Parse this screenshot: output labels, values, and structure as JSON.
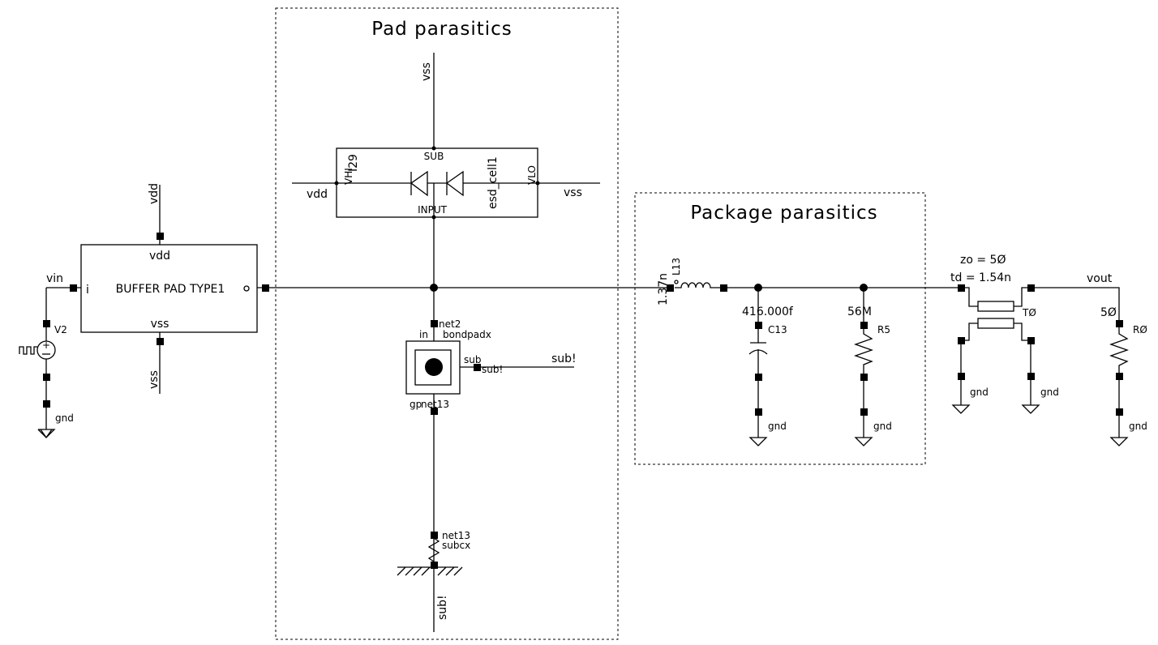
{
  "pad_section": {
    "title": "Pad parasitics"
  },
  "package_section": {
    "title": "Package parasitics"
  },
  "buffer": {
    "name": "BUFFER PAD TYPE1",
    "pin_vdd": "vdd",
    "pin_vss": "vss",
    "pin_in": "i",
    "pin_out": "o",
    "net_vdd": "vdd",
    "net_vss": "vss"
  },
  "source": {
    "net": "vin",
    "name": "V2",
    "gnd": "gnd"
  },
  "esd": {
    "sub_pin": "SUB",
    "input_pin": "INPUT",
    "vhi_pin": "VHI",
    "vlo_pin": "VLO",
    "instance": "I29",
    "cell": "esd_cell1",
    "net_left": "vdd",
    "net_right": "vss",
    "net_top": "vss"
  },
  "bondpad": {
    "net_in": "net2",
    "pin_in": "in",
    "cell": "bondpadx",
    "pin_sub": "sub",
    "net_sub": "sub!",
    "net_sub_wire": "sub!",
    "pin_gp": "gp",
    "net_gp": "net13"
  },
  "subcx": {
    "net": "net13",
    "cell": "subcx",
    "net_bottom": "sub!"
  },
  "inductor": {
    "value": "1.37n",
    "name": "L13"
  },
  "capacitor": {
    "value": "416.000f",
    "name": "C13",
    "gnd": "gnd"
  },
  "resistor_r5": {
    "value": "56M",
    "name": "R5",
    "gnd": "gnd"
  },
  "tline": {
    "zo": "zo = 5Ø",
    "td": "td = 1.54n",
    "name": "TØ",
    "gnd1": "gnd",
    "gnd2": "gnd"
  },
  "output": {
    "net": "vout",
    "value": "5Ø",
    "name": "RØ",
    "gnd": "gnd"
  }
}
